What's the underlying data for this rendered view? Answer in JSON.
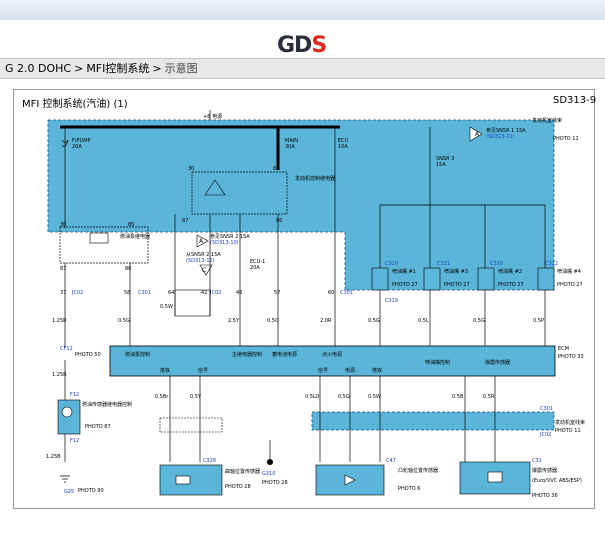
{
  "header": {
    "logo_text": "GD",
    "logo_accent": "S",
    "colors": {
      "logo_dark": "#2a2f3a",
      "logo_red": "#e0261c",
      "box_fill": "#5bb5d8"
    }
  },
  "breadcrumb": {
    "items": [
      "G 2.0 DOHC",
      "MFI控制系统",
      "示意图"
    ],
    "separator": ">"
  },
  "diagram": {
    "title": "MFI 控制系统(汽油) (1)",
    "code": "SD313-9",
    "labels": {
      "top_bus": "+B 电源",
      "photo11": "PHOTO 11",
      "fuse_fp": "F/PUMP",
      "fuse_fp_amp": "20A",
      "fuse_main": "MAIN",
      "fuse_main_amp": "30A",
      "fuse_ecu": "ECU",
      "fuse_ecu_amp": "10A",
      "snsr1": "参见SNSR 1 15A",
      "snsr1_ref": "(SD313-11)",
      "snsr3": "SNSR 3",
      "snsr3_amp": "15A",
      "relay_fp": "燃油泵继电器",
      "relay_main": "发动机控制继电器",
      "snsr2_ref_a": "参见SNSR 2 15A",
      "snsr2_ref_a2": "(SD313-10)",
      "snsr2_ref_b": "从SNSR 2 15A",
      "snsr2_ref_b2": "(SD313-12)",
      "ecu1": "ECU-1",
      "ecu1_amp": "20A",
      "jc02": "JC02",
      "c301": "C301",
      "e_jc02": "JC02",
      "c301b": "C301",
      "inj1": "喷油嘴 #1",
      "inj3": "喷油嘴 #3",
      "inj2": "喷油嘴 #2",
      "inj4": "喷油嘴 #4",
      "c310": "C310",
      "c321": "C321",
      "c320": "C320",
      "c322": "C322",
      "c319": "C319",
      "photo27": "PHOTO 27",
      "ecm": "ECM",
      "photo33": "PHOTO 33",
      "cf12": "CF12",
      "photo50": "PHOTO 50",
      "f12": "F12",
      "fuel_sender": "燃油传感器继电器控制",
      "photo87": "PHOTO 87",
      "g25": "G25",
      "photo90": "PHOTO 90",
      "c328": "C328",
      "g310": "G310",
      "photo28": "PHOTO 28",
      "crank": "曲轴位置传感器",
      "photo28b": "PHOTO 28",
      "cam": "凸轮轴位置传感器",
      "c47": "C47",
      "photo6": "PHOTO 6",
      "knock": "爆震传感器",
      "c31": "C31",
      "photo36": "PHOTO 36",
      "euro": "(Euro/VVC ABS/ESP)",
      "engine_rm": "发动机室线束",
      "ecm_pin_fp": "燃油泵控制",
      "ecm_pin_main": "主继电器控制",
      "ecm_pin_batt": "蓄电池电源",
      "ecm_pin_ign": "点火电源",
      "ecm_pin_inj": "喷油嘴控制",
      "ecm_pin_kn": "爆震传感器",
      "signal": "信号",
      "ground": "搭铁",
      "power": "电源"
    },
    "wires": [
      "1.25R",
      "0.5G",
      "0.5W",
      "2.5Y",
      "0.5O",
      "2.0R",
      "0.5G",
      "0.5L",
      "0.5G",
      "0.5P",
      "0.5Br",
      "0.5Y",
      "0.5LO",
      "0.5G",
      "0.5W",
      "0.5B",
      "0.5R",
      "0.5B",
      "1.25B"
    ]
  }
}
